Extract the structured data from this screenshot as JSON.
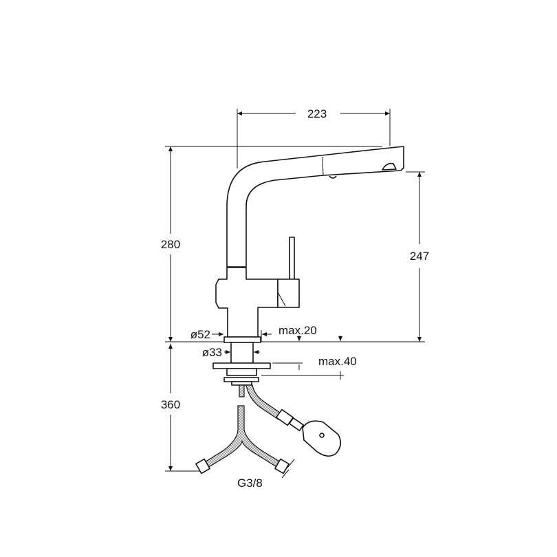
{
  "drawing": {
    "dimensions": {
      "spout_reach": "223",
      "total_height": "280",
      "spout_outlet_height": "247",
      "hose_length": "360",
      "base_diameter": "ø52",
      "shank_diameter": "ø33",
      "max_worktop_thickness_top": "max.20",
      "max_worktop_thickness_bottom": "max.40",
      "connection_thread": "G3/8"
    },
    "line_color": "#111111"
  }
}
